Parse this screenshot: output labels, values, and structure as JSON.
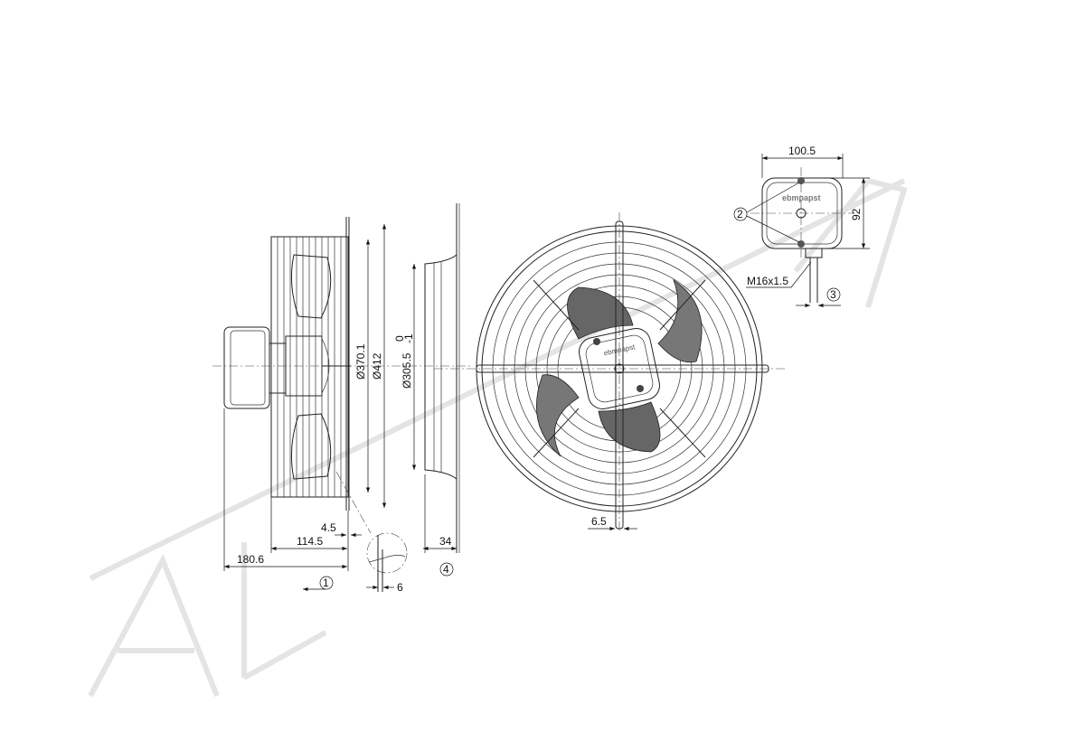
{
  "drawing": {
    "brand": "ebmpapst",
    "side_view": {
      "dim_guard_diameter": "Ø370.1",
      "dim_flange_diameter": "Ø412",
      "dim_gap": "4.5",
      "dim_guard_depth": "114.5",
      "dim_total_depth": "180.6",
      "airflow_marker": "1",
      "detail_dim": "6"
    },
    "nozzle_view": {
      "dim_nozzle_diameter": "Ø305.5",
      "tolerance_upper": "0",
      "tolerance_lower": "-1",
      "dim_depth": "34",
      "marker": "4"
    },
    "front_view": {
      "dim_wire": "6.5"
    },
    "terminal_box": {
      "dim_width": "100.5",
      "dim_height": "92",
      "screw_marker": "2",
      "cable_gland": "M16x1.5",
      "cable_marker": "3"
    }
  }
}
